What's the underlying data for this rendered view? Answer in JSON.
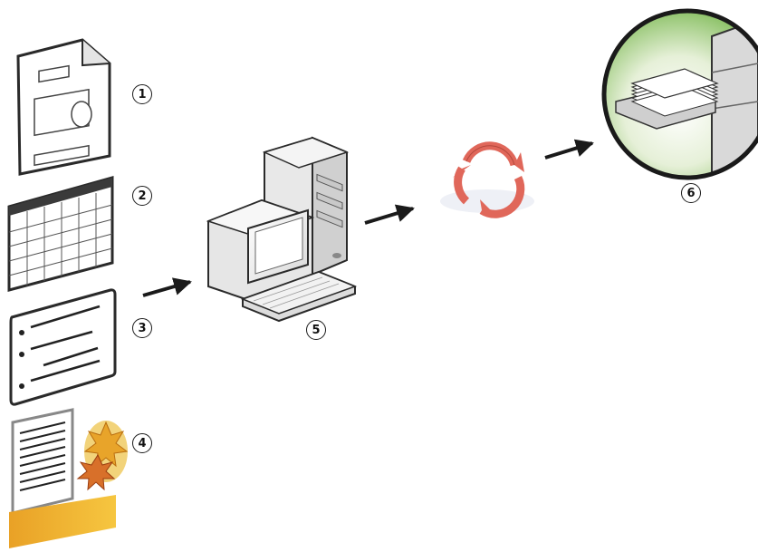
{
  "callouts": [
    {
      "id": "c1",
      "label": "1",
      "item": "page-layout-document"
    },
    {
      "id": "c2",
      "label": "2",
      "item": "spreadsheet-document"
    },
    {
      "id": "c3",
      "label": "3",
      "item": "bulleted-list-document"
    },
    {
      "id": "c4",
      "label": "4",
      "item": "text-and-image-document"
    },
    {
      "id": "c5",
      "label": "5",
      "item": "computer-workstation"
    },
    {
      "id": "c6",
      "label": "6",
      "item": "printed-output-stack"
    }
  ],
  "icons": [
    "document-layout-icon",
    "spreadsheet-icon",
    "bulleted-list-icon",
    "text-image-document-icon",
    "computer-icon",
    "process-cycle-icon",
    "printer-output-icon"
  ],
  "colors": {
    "arrow": "#1a1a1a",
    "cycle": "#e0675a",
    "leaf": "#e8a42a",
    "bar": "#f0b632",
    "lens": "#cfe4b4"
  }
}
